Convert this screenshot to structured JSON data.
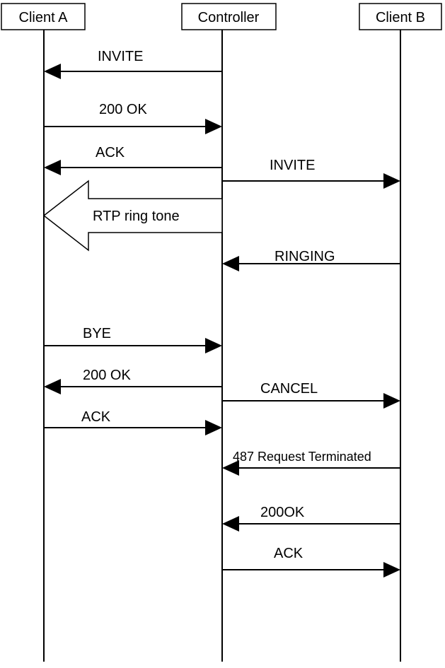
{
  "participants": [
    {
      "id": "a",
      "name": "Client A"
    },
    {
      "id": "c",
      "name": "Controller"
    },
    {
      "id": "b",
      "name": "Client B"
    }
  ],
  "messages": [
    {
      "from": "c",
      "to": "a",
      "label": "INVITE"
    },
    {
      "from": "a",
      "to": "c",
      "label": "200 OK"
    },
    {
      "from": "c",
      "to": "a",
      "label": "ACK"
    },
    {
      "from": "c",
      "to": "b",
      "label": "INVITE"
    },
    {
      "from": "c",
      "to": "a",
      "label": "RTP ring tone",
      "style": "media-stream"
    },
    {
      "from": "b",
      "to": "c",
      "label": "RINGING"
    },
    {
      "from": "a",
      "to": "c",
      "label": "BYE"
    },
    {
      "from": "c",
      "to": "a",
      "label": "200 OK"
    },
    {
      "from": "c",
      "to": "b",
      "label": "CANCEL"
    },
    {
      "from": "a",
      "to": "c",
      "label": "ACK"
    },
    {
      "from": "b",
      "to": "c",
      "label": "487 Request Terminated"
    },
    {
      "from": "b",
      "to": "c",
      "label": "200OK"
    },
    {
      "from": "c",
      "to": "b",
      "label": "ACK"
    }
  ]
}
